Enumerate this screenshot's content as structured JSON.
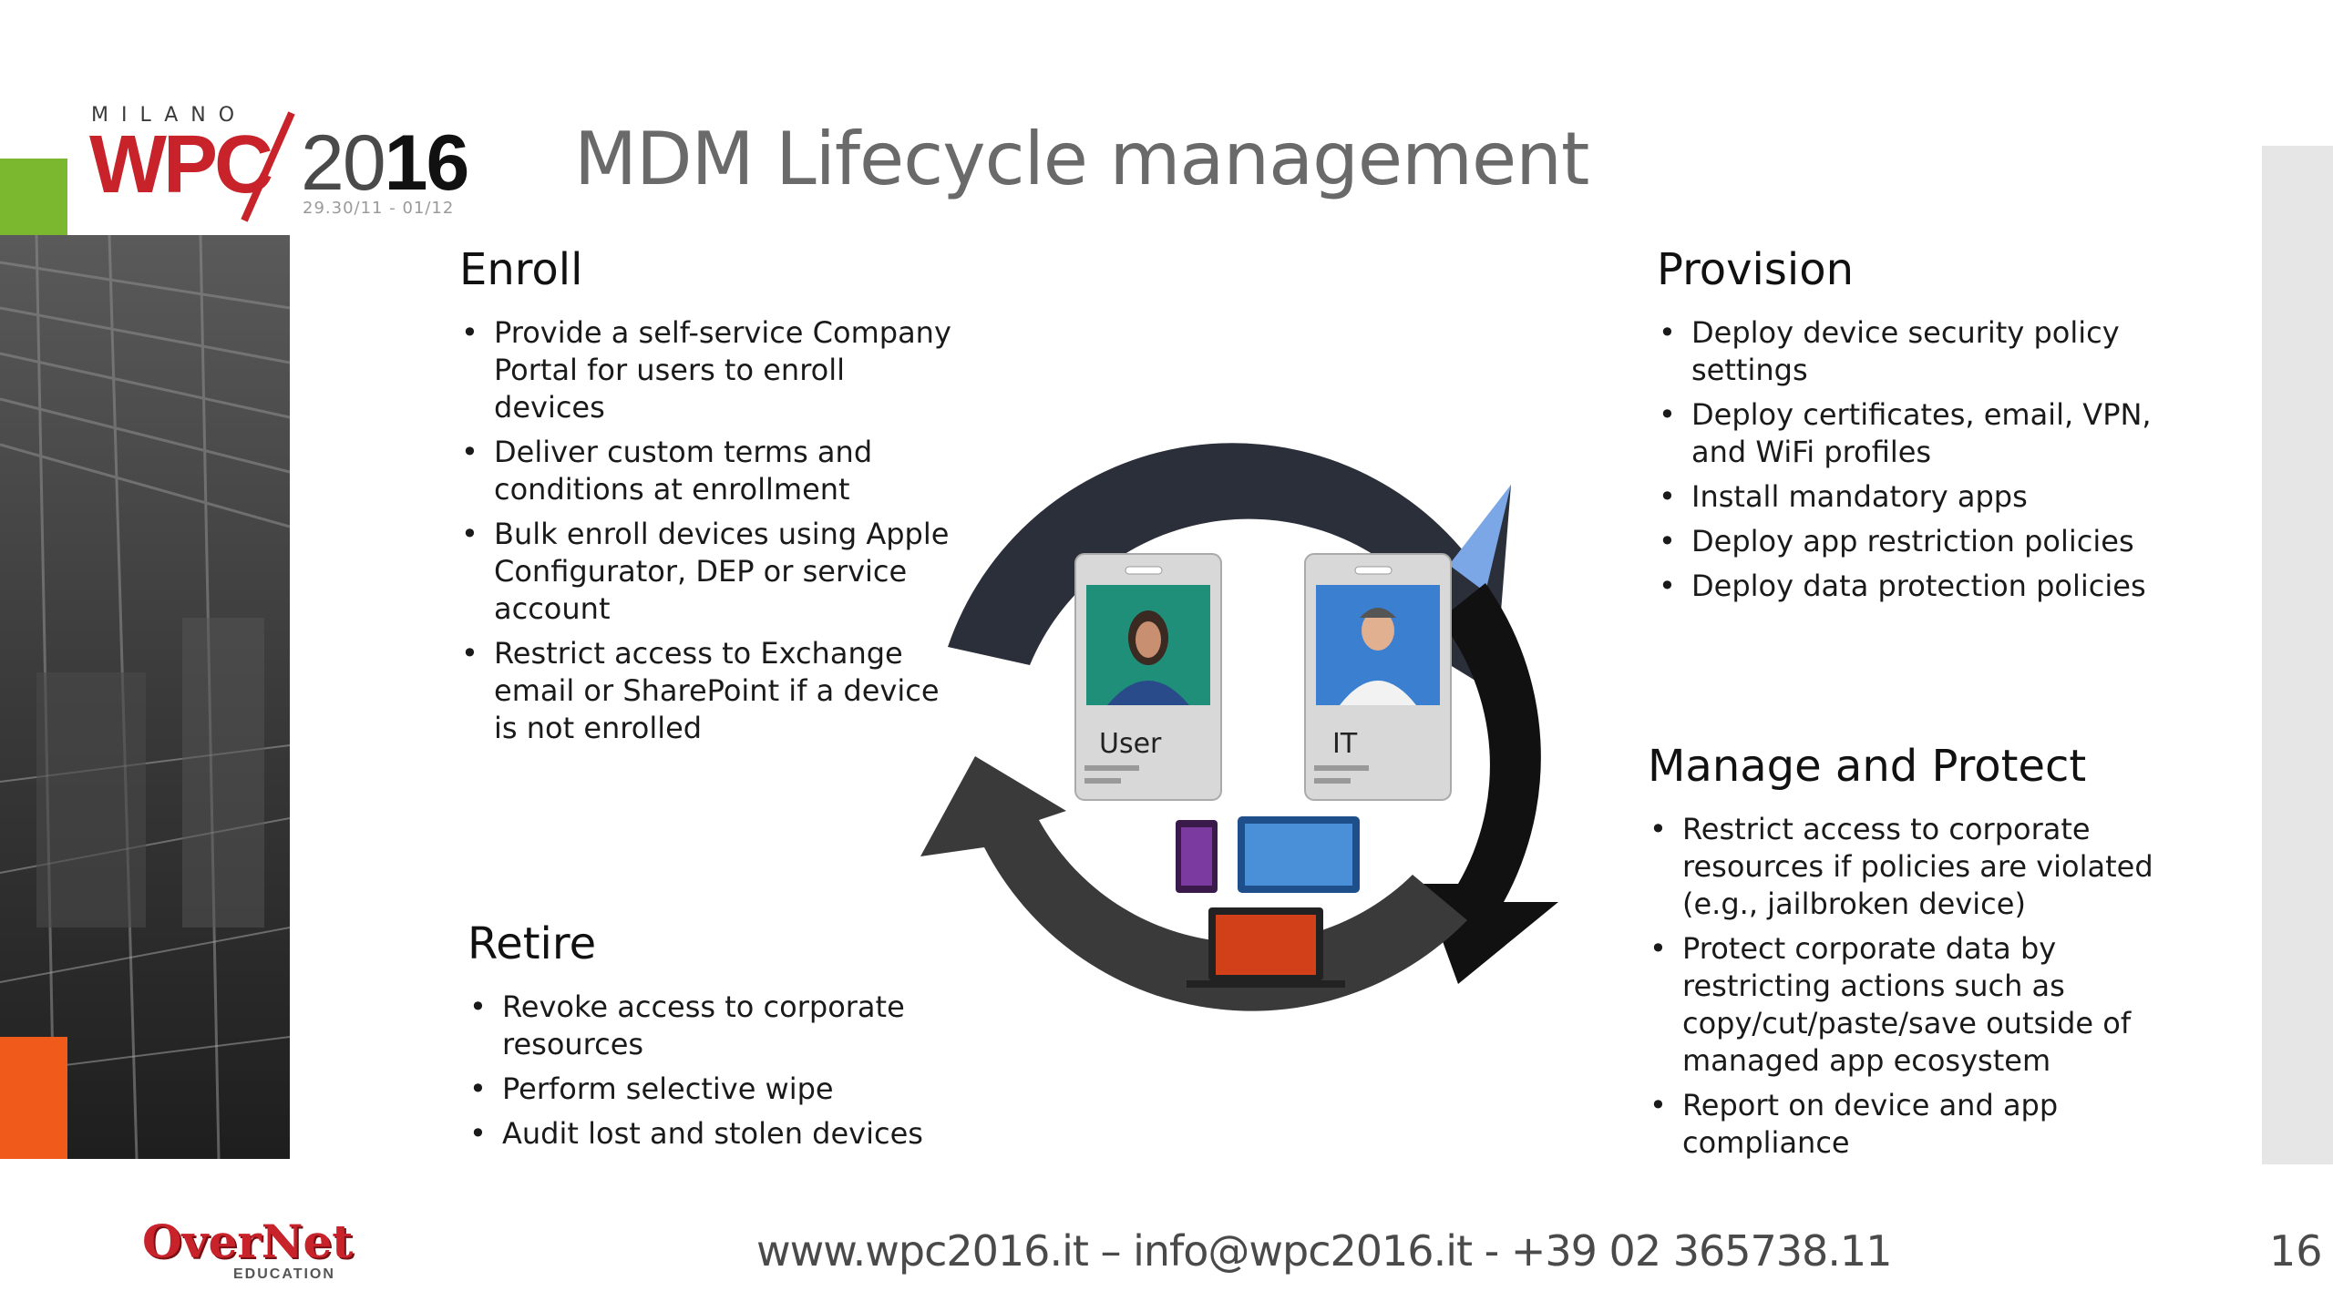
{
  "logo": {
    "city": "MILANO",
    "brand": "WPC",
    "year_prefix": "20",
    "year_suffix": "16",
    "dates": "29.30/11 - 01/12"
  },
  "title": "MDM Lifecycle management",
  "sections": {
    "enroll": {
      "heading": "Enroll",
      "items": [
        "Provide a self-service Company Portal for users to enroll devices",
        "Deliver custom terms and conditions at enrollment",
        "Bulk enroll devices using Apple Configurator, DEP or service account",
        "Restrict access to Exchange email or SharePoint if a device is not enrolled"
      ]
    },
    "provision": {
      "heading": "Provision",
      "items": [
        "Deploy device security policy settings",
        "Deploy certificates, email, VPN, and WiFi profiles",
        "Install mandatory apps",
        "Deploy app restriction policies",
        "Deploy data protection policies"
      ]
    },
    "retire": {
      "heading": "Retire",
      "items": [
        "Revoke access to corporate resources",
        "Perform selective wipe",
        "Audit lost and stolen devices"
      ]
    },
    "manage": {
      "heading": "Manage and Protect",
      "items": [
        "Restrict access to corporate resources if policies are violated (e.g., jailbroken device)",
        "Protect corporate data by restricting actions such as copy/cut/paste/save outside of managed app ecosystem",
        "Report on device and app compliance"
      ]
    }
  },
  "diagram": {
    "user_label": "User",
    "it_label": "IT",
    "icons": [
      "user-badge-icon",
      "it-badge-icon",
      "phone-icon",
      "tablet-icon",
      "laptop-icon",
      "cycle-arrows-icon"
    ]
  },
  "overnet": {
    "name": "OverNet",
    "sub": "EDUCATION"
  },
  "footer": {
    "contact": "www.wpc2016.it – info@wpc2016.it - +39 02 365738.11",
    "page": "16"
  },
  "colors": {
    "brand_red": "#c8222a",
    "accent_green": "#7cb82f",
    "accent_orange": "#f05a1a",
    "arrow_dark": "#2b2f3a",
    "arrow_accent": "#7ba7e6"
  }
}
